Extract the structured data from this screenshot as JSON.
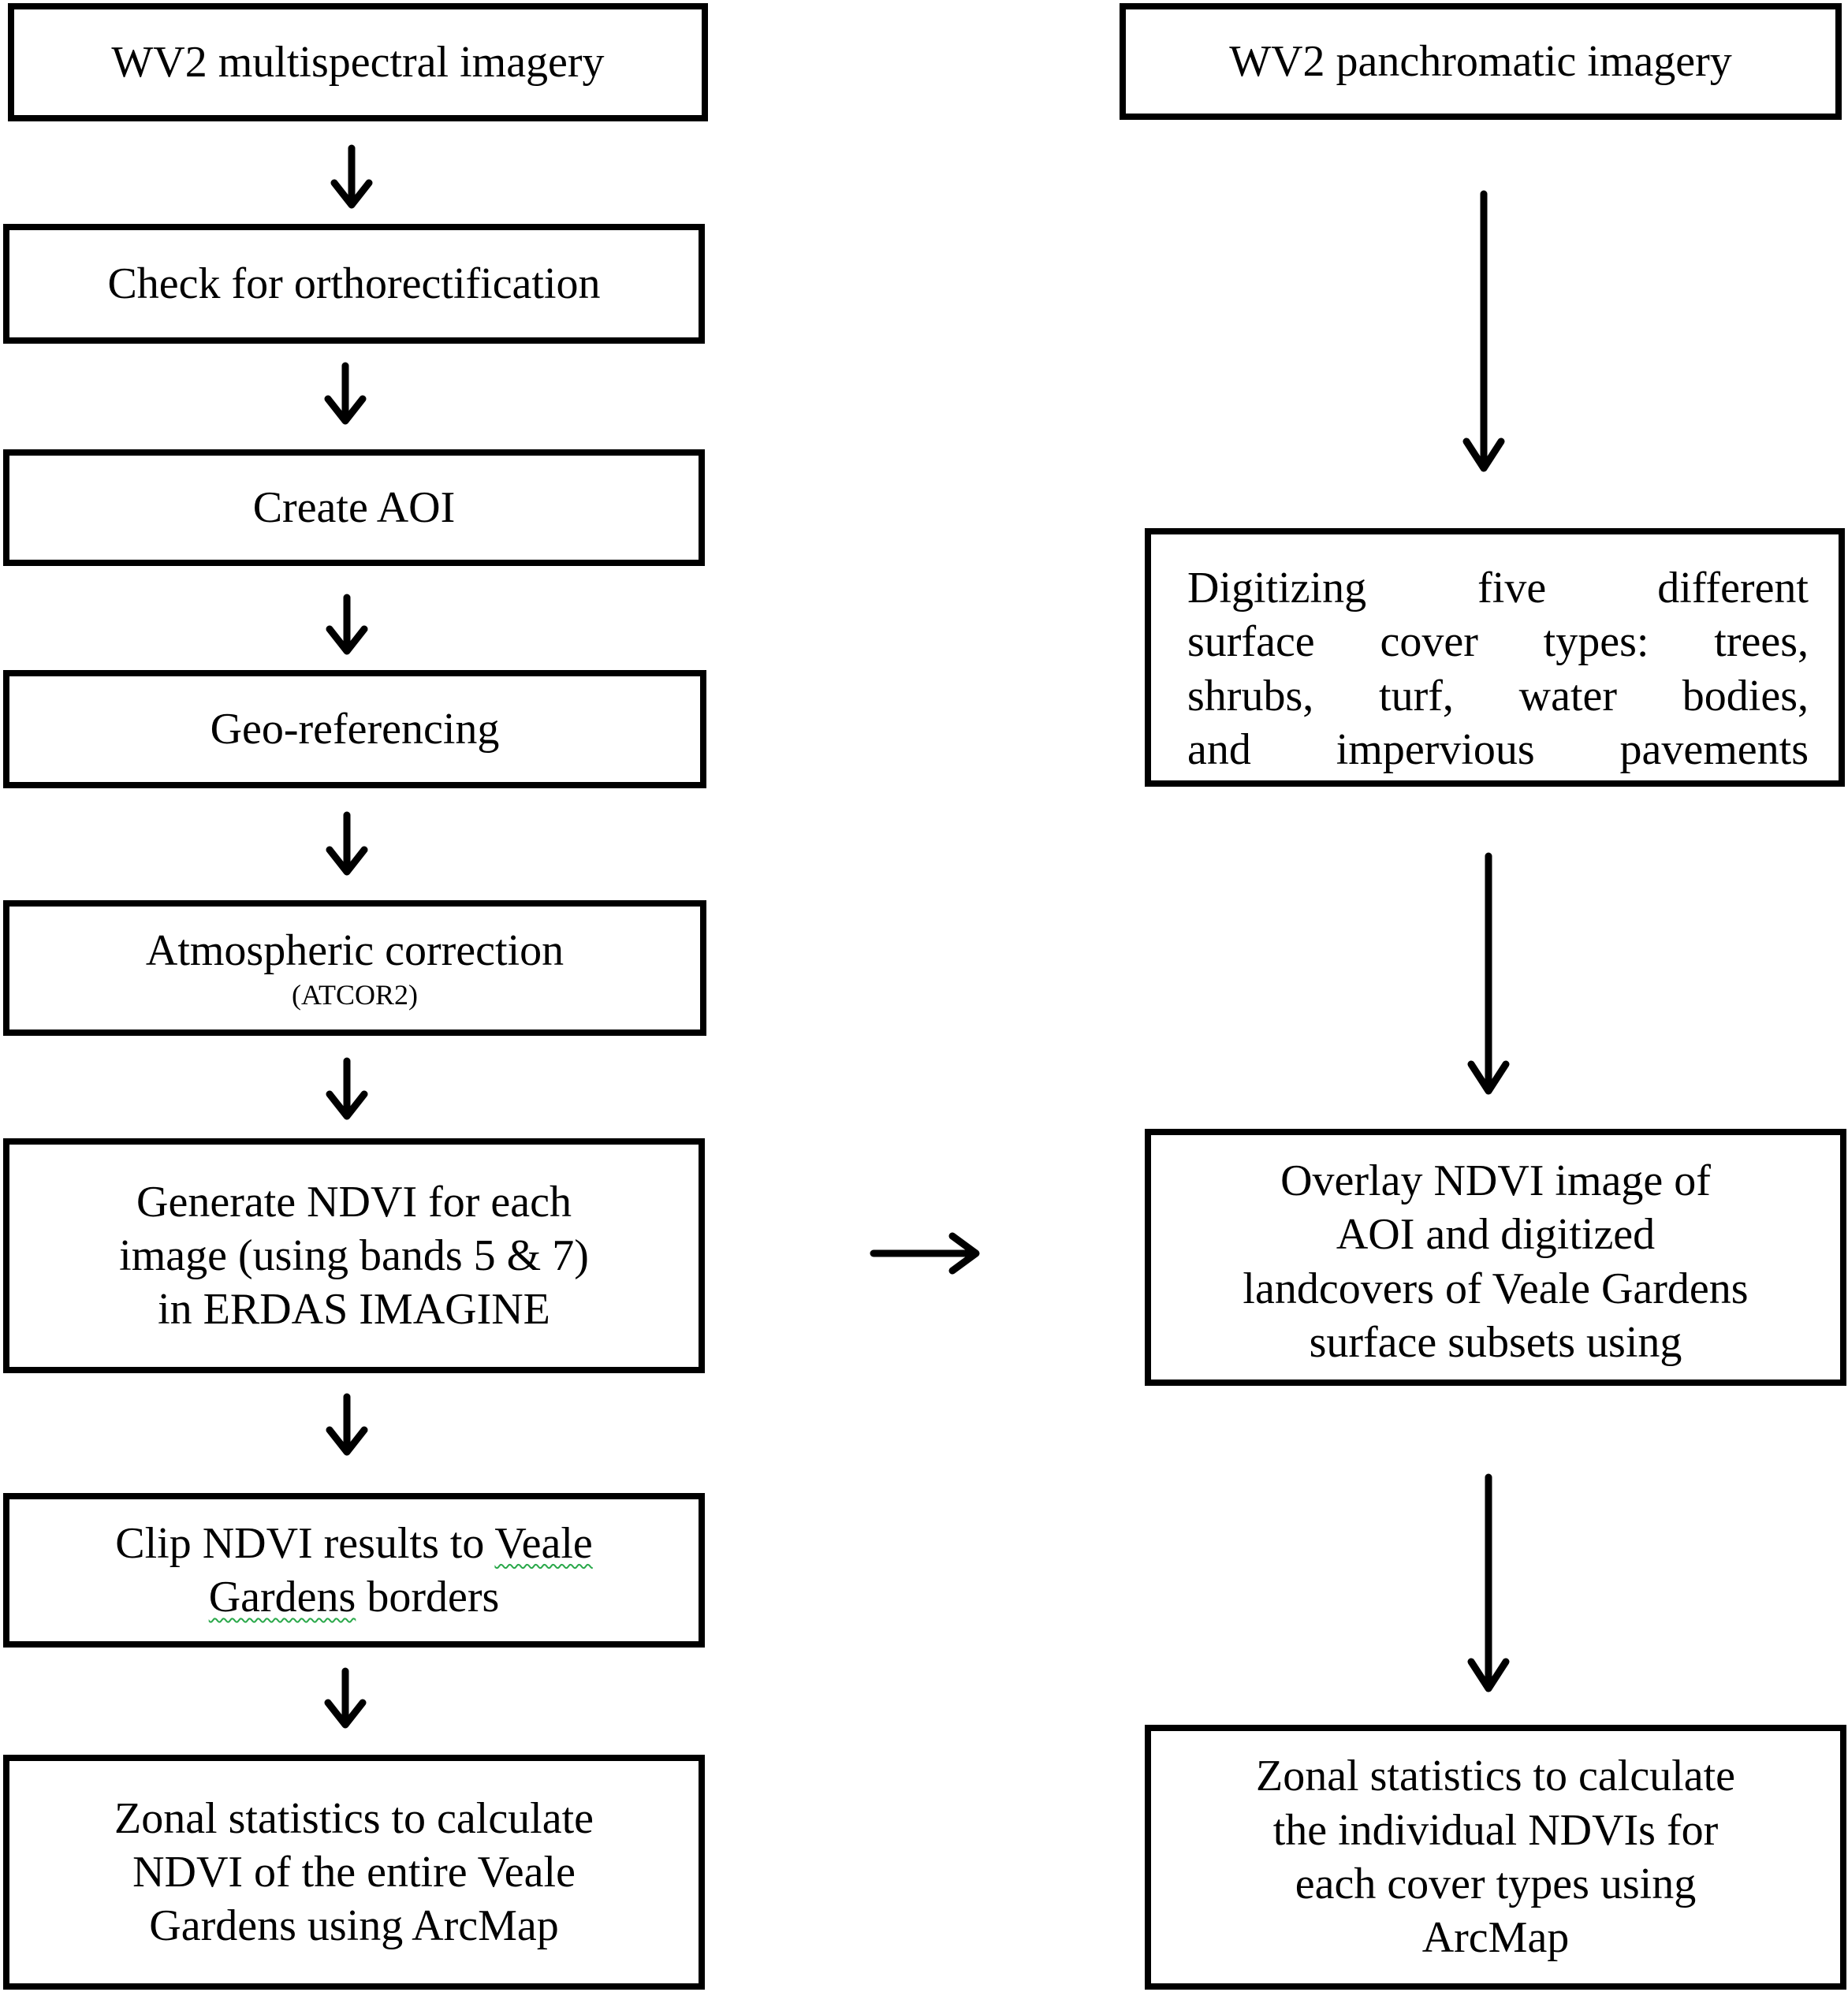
{
  "left": {
    "multispectral": "WV2 multispectral imagery",
    "ortho": "Check for orthorectification",
    "aoi": "Create AOI",
    "georef": "Geo-referencing",
    "atmos": {
      "line1": "Atmospheric correction",
      "line2": "(ATCOR2)"
    },
    "ndvi": {
      "line1": "Generate NDVI for each",
      "line2": "image (using bands 5 & 7)",
      "line3": "in ERDAS IMAGINE"
    },
    "clip": {
      "line1_pre": "Clip NDVI results to ",
      "line1_word": "Veale",
      "line2_word": "Gardens",
      "line2_post": " borders"
    },
    "zonal": {
      "line1": "Zonal statistics to calculate",
      "line2": "NDVI of the entire Veale",
      "line3": "Gardens using ArcMap"
    }
  },
  "right": {
    "panchromatic": "WV2 panchromatic imagery",
    "digitize": {
      "line1": "Digitizing five different",
      "line2": "surface cover types: trees,",
      "line3": "shrubs, turf, water bodies,",
      "line4": "and impervious pavements"
    },
    "overlay": {
      "line1": "Overlay NDVI image of",
      "line2": "AOI and digitized",
      "line3": "landcovers of Veale Gardens",
      "line4": "surface subsets using"
    },
    "zonal": {
      "line1": "Zonal statistics to calculate",
      "line2": "the individual NDVIs for",
      "line3": "each cover types using",
      "line4": "ArcMap"
    }
  }
}
